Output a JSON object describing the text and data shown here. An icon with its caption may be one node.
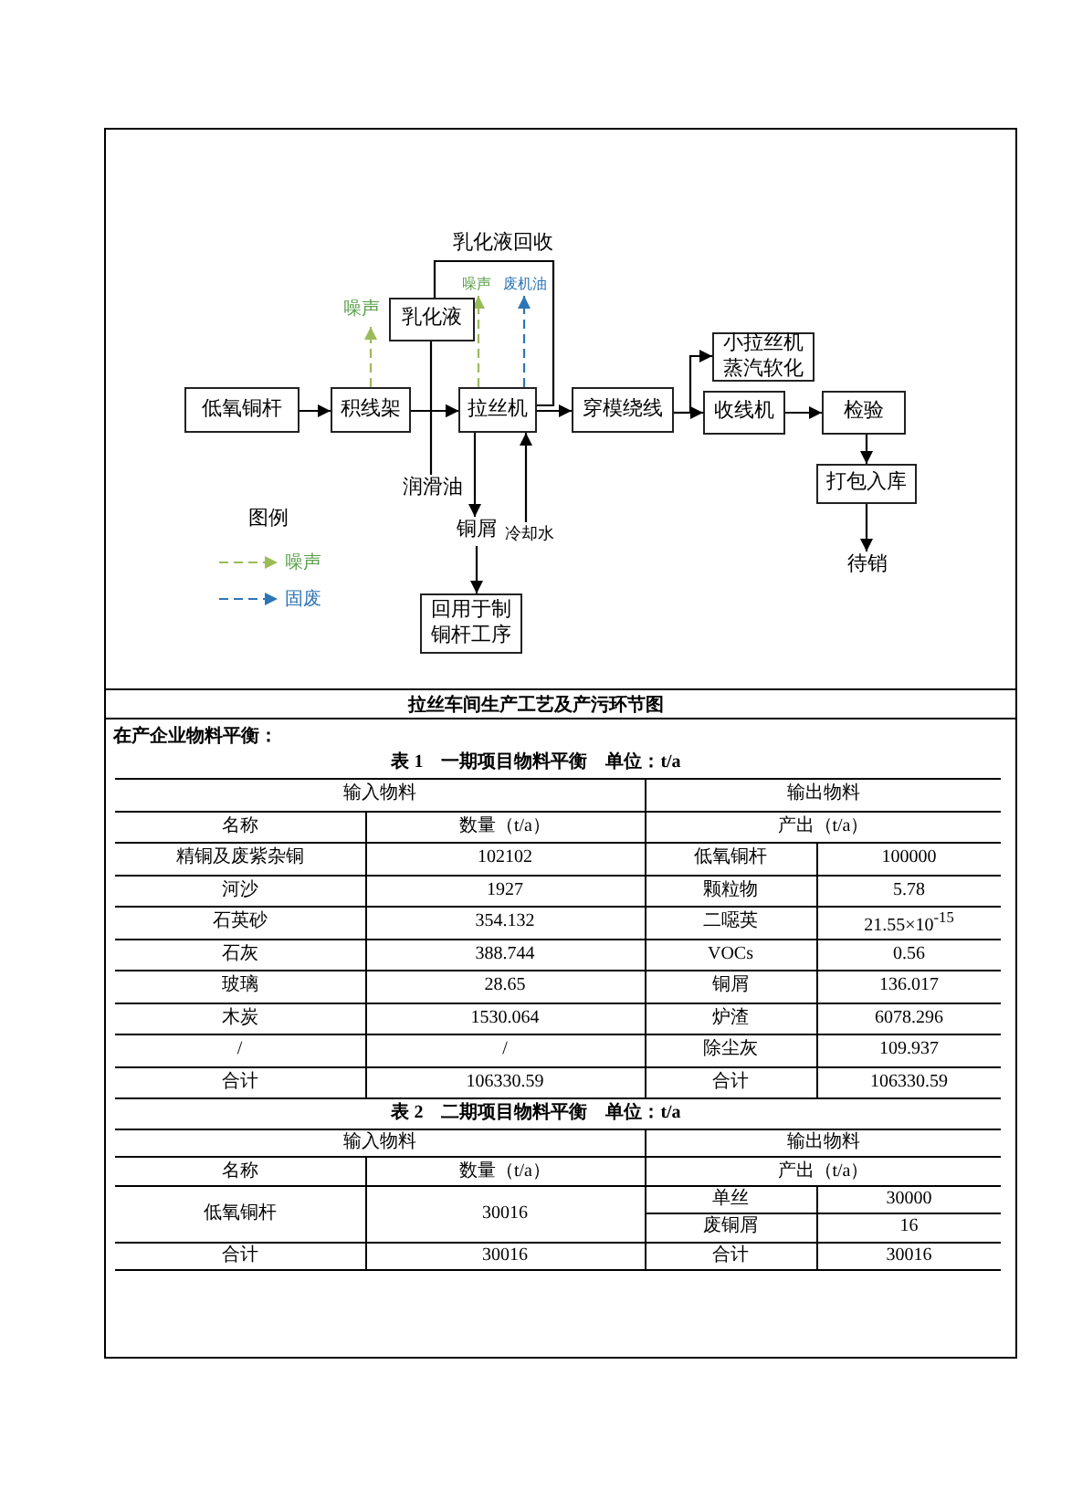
{
  "diagram": {
    "caption": "拉丝车间生产工艺及产污环节图",
    "nodes": [
      {
        "text": [
          "低氧铜杆"
        ]
      },
      {
        "text": [
          "积线架"
        ]
      },
      {
        "text": [
          "拉丝机"
        ]
      },
      {
        "text": [
          "乳化液"
        ]
      },
      {
        "text": [
          "穿模绕线"
        ]
      },
      {
        "text": [
          "小拉丝机蒸汽软化"
        ]
      },
      {
        "text": [
          "收线机"
        ]
      },
      {
        "text": [
          "检验"
        ]
      },
      {
        "text": [
          "打包入库"
        ]
      },
      {
        "text": [
          "待销"
        ]
      },
      {
        "text": [
          "润滑油"
        ]
      },
      {
        "text": [
          "铜屑"
        ]
      },
      {
        "text": [
          "冷却水"
        ]
      },
      {
        "text": [
          "回用于制铜杆工序"
        ]
      },
      {
        "text": [
          "噪声"
        ]
      },
      {
        "text": [
          "噪声"
        ]
      },
      {
        "text": [
          "废机油"
        ]
      }
    ],
    "edges": [
      {
        "from": 0,
        "to": 1,
        "arrow": "to"
      },
      {
        "from": 1,
        "to": 2,
        "arrow": "to"
      },
      {
        "from": 3,
        "to": 2,
        "arrow": "to"
      },
      {
        "from": 10,
        "to": 2,
        "arrow": "to"
      },
      {
        "from": 1,
        "to": 14,
        "arrow": "to",
        "style": "dashed",
        "color": "#9bbb59"
      },
      {
        "from": 2,
        "to": 15,
        "arrow": "to",
        "style": "dashed",
        "color": "#9bbb59"
      },
      {
        "from": 2,
        "to": 16,
        "arrow": "to",
        "style": "dashed",
        "color": "#2e75b6"
      },
      {
        "from": 2,
        "to": 3,
        "arrow": "none",
        "label": "乳化液回收"
      },
      {
        "from": 2,
        "to": 4,
        "arrow": "to"
      },
      {
        "from": 4,
        "to": 5,
        "arrow": "to"
      },
      {
        "from": 4,
        "to": 6,
        "arrow": "to"
      },
      {
        "from": 6,
        "to": 7,
        "arrow": "to"
      },
      {
        "from": 7,
        "to": 8,
        "arrow": "to"
      },
      {
        "from": 8,
        "to": 9,
        "arrow": "to"
      },
      {
        "from": 2,
        "to": 11,
        "arrow": "to"
      },
      {
        "from": 12,
        "to": 2,
        "arrow": "to"
      },
      {
        "from": 11,
        "to": 13,
        "arrow": "to"
      }
    ],
    "labels": [
      "图例",
      "在产企业物料平衡：",
      "表 1　一期项目物料平衡　单位：t/a",
      "输入物料",
      "输出物料",
      "名称",
      "数量（t/a）",
      "产出（t/a）",
      "精铜及废紫杂铜",
      "102102",
      "低氧铜杆",
      "100000",
      "河沙",
      "1927",
      "颗粒物",
      "5.78",
      "石英砂",
      "354.132",
      "二噁英",
      "21.55×10$^{-15}$",
      "石灰",
      "388.744",
      "VOCs",
      "0.56",
      "玻璃",
      "28.65",
      "铜屑",
      "136.017",
      "木炭",
      "1530.064",
      "炉渣",
      "6078.296",
      "/",
      "/",
      "除尘灰",
      "109.937",
      "合计",
      "106330.59",
      "合计",
      "106330.59",
      "表 2　二期项目物料平衡　单位：t/a",
      "输入物料",
      "输出物料",
      "名称",
      "数量（t/a）",
      "产出（t/a）",
      "低氧铜杆",
      "30016",
      "单丝",
      "30000",
      "废铜屑",
      "16",
      "合计",
      "30016",
      "合计",
      "30016"
    ],
    "legend": [
      {
        "text": "噪声"
      },
      {
        "text": "固废"
      }
    ]
  }
}
